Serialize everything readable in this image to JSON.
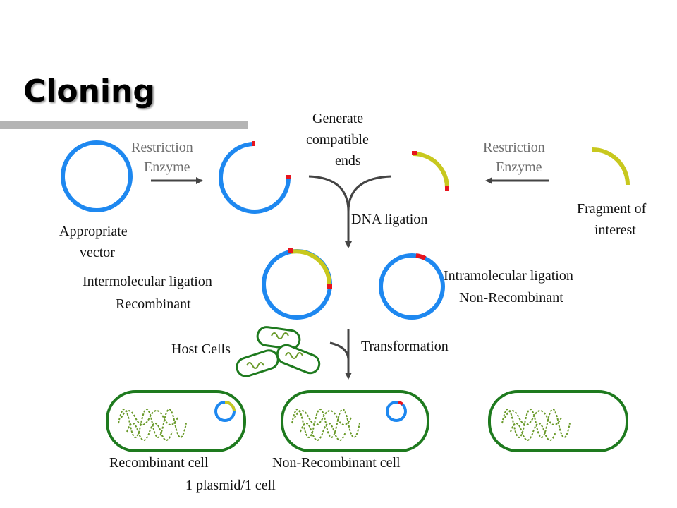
{
  "title": "Cloning",
  "labels": {
    "enzyme_left_1": "Restriction",
    "enzyme_left_2": "Enzyme",
    "enzyme_right_1": "Restriction",
    "enzyme_right_2": "Enzyme",
    "generate_1": "Generate",
    "generate_2": "compatible",
    "generate_3": "ends",
    "vector_1": "Appropriate",
    "vector_2": "vector",
    "fragment_1": "Fragment of",
    "fragment_2": "interest",
    "dna_ligation": "DNA ligation",
    "inter_1": "Intermolecular ligation",
    "inter_2": "Recombinant",
    "intra_1": "Intramolecular ligation",
    "intra_2": "Non-Recombinant",
    "host_cells": "Host Cells",
    "transformation": "Transformation",
    "recombinant_cell": "Recombinant cell",
    "non_recombinant_cell": "Non-Recombinant cell",
    "plasmid_per_cell": "1 plasmid/1 cell"
  },
  "colors": {
    "vector": "#1e88f0",
    "insert": "#c8c81e",
    "cut_site": "#e8141e",
    "cell": "#1e7a1e",
    "arrow": "#444444",
    "title_bar": "#b4b4b4"
  }
}
